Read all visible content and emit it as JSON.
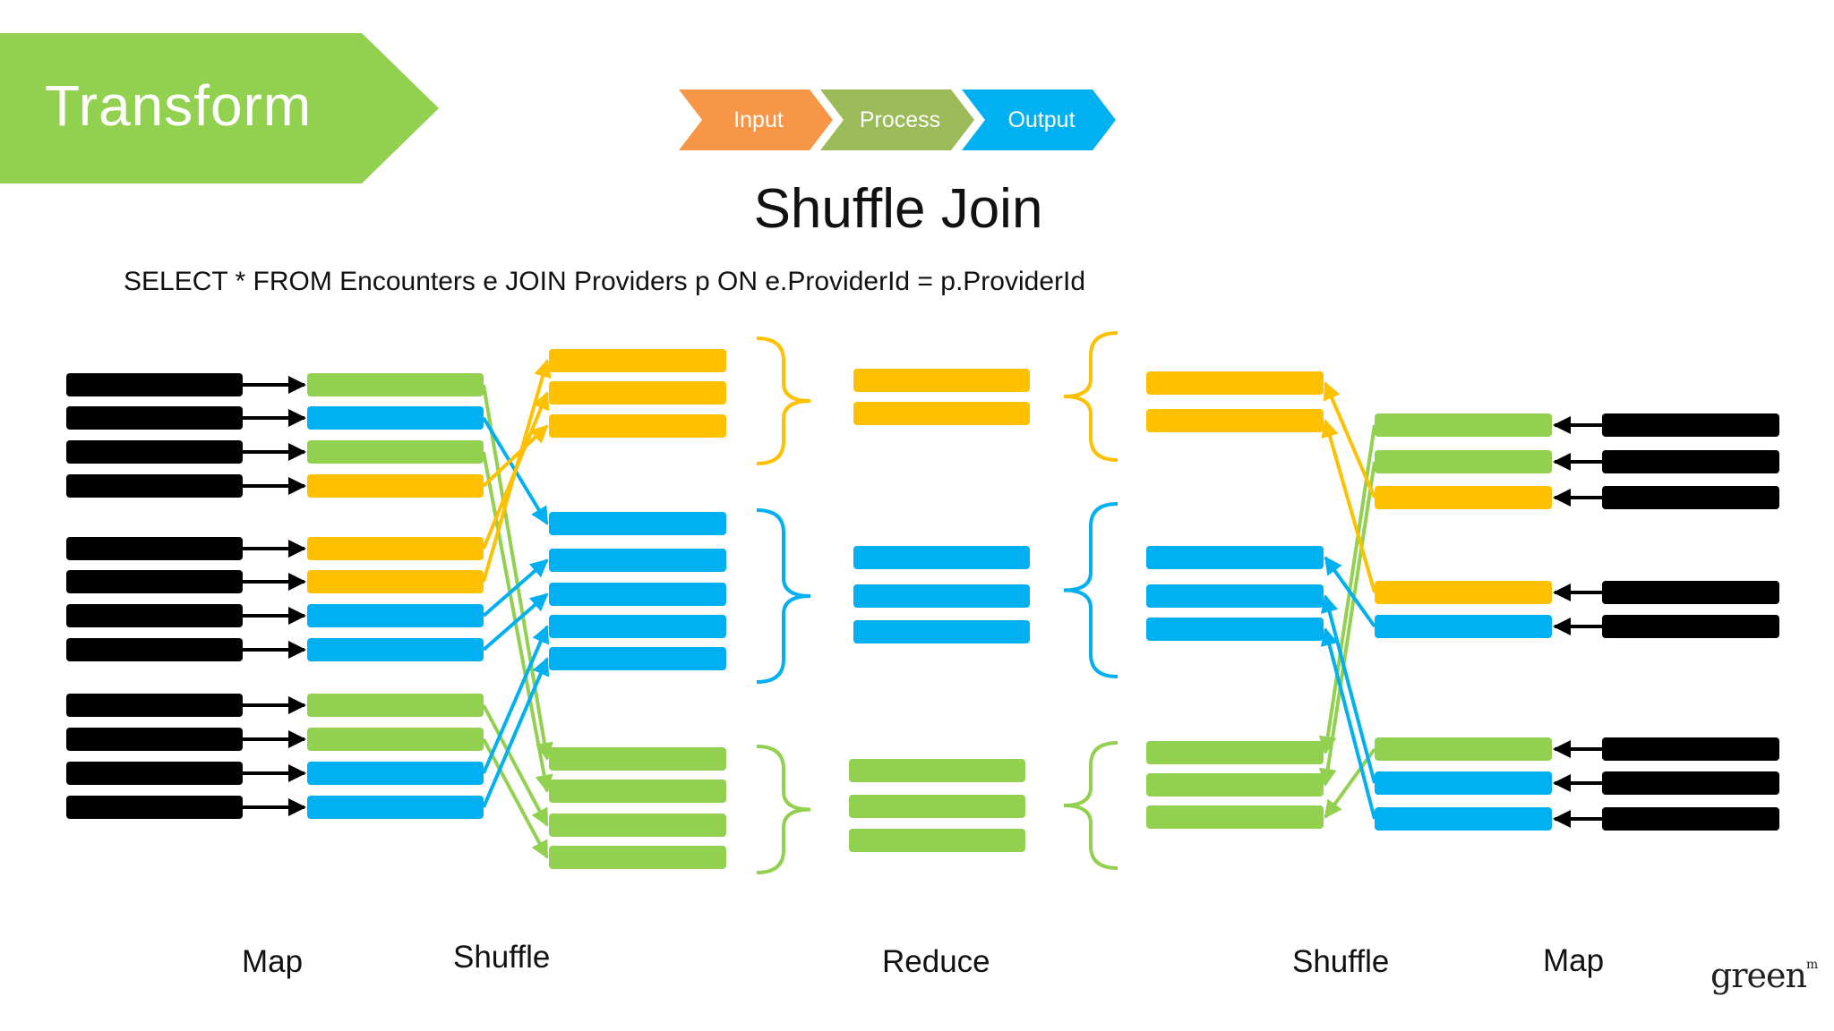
{
  "slide": {
    "section_title": "Transform",
    "steps": [
      "Input",
      "Process",
      "Output"
    ],
    "title": "Shuffle Join",
    "query": "SELECT * FROM Encounters e JOIN Providers p ON e.ProviderId = p.ProviderId",
    "stage_labels": {
      "left_map": "Map",
      "left_shuffle": "Shuffle",
      "reduce": "Reduce",
      "right_shuffle": "Shuffle",
      "right_map": "Map"
    },
    "logo": {
      "text": "green",
      "suffix": "m"
    }
  },
  "colors": {
    "banner": "#92d050",
    "input": "#f79646",
    "process": "#9bbb59",
    "output": "#00b0f0",
    "black": "#000000",
    "green": "#92d050",
    "blue": "#00b0f0",
    "yellow": "#ffc000"
  },
  "diagram": {
    "left_map_rows": [
      "green",
      "blue",
      "green",
      "yellow",
      "yellow",
      "yellow",
      "blue",
      "blue",
      "green",
      "green",
      "blue",
      "blue"
    ],
    "left_partitions": {
      "yellow": 3,
      "blue": 5,
      "green": 4
    },
    "reduce_groups": {
      "yellow": 2,
      "blue": 3,
      "green": 3
    },
    "right_partitions": {
      "yellow": 2,
      "blue": 3,
      "green": 3
    },
    "right_map_rows": [
      "green",
      "green",
      "yellow",
      "yellow",
      "blue",
      "green",
      "blue",
      "blue"
    ]
  }
}
